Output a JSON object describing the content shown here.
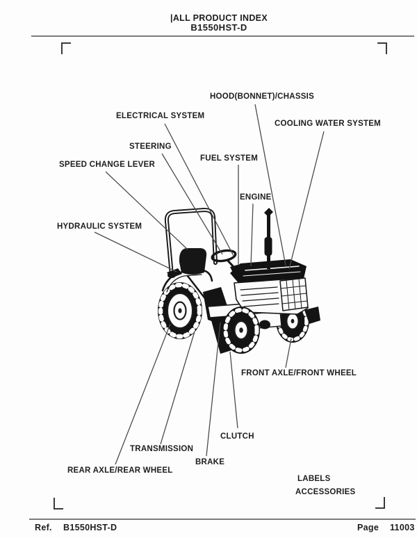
{
  "header": {
    "title": "|ALL PRODUCT INDEX",
    "model": "B1550HST-D"
  },
  "diagram": {
    "parts": [
      {
        "label": "HOOD(BONNET)/CHASSIS"
      },
      {
        "label": "ELECTRICAL SYSTEM"
      },
      {
        "label": "COOLING WATER SYSTEM"
      },
      {
        "label": "STEERING"
      },
      {
        "label": "FUEL SYSTEM"
      },
      {
        "label": "SPEED CHANGE LEVER"
      },
      {
        "label": "ENGINE"
      },
      {
        "label": "HYDRAULIC SYSTEM"
      },
      {
        "label": "FRONT AXLE/FRONT WHEEL"
      },
      {
        "label": "CLUTCH"
      },
      {
        "label": "TRANSMISSION"
      },
      {
        "label": "BRAKE"
      },
      {
        "label": "REAR AXLE/REAR WHEEL"
      },
      {
        "label": "LABELS"
      },
      {
        "label": "ACCESSORIES"
      }
    ]
  },
  "footer": {
    "ref_label": "Ref.",
    "ref_value": "B1550HST-D",
    "page_label": "Page",
    "page_number": "11003"
  }
}
